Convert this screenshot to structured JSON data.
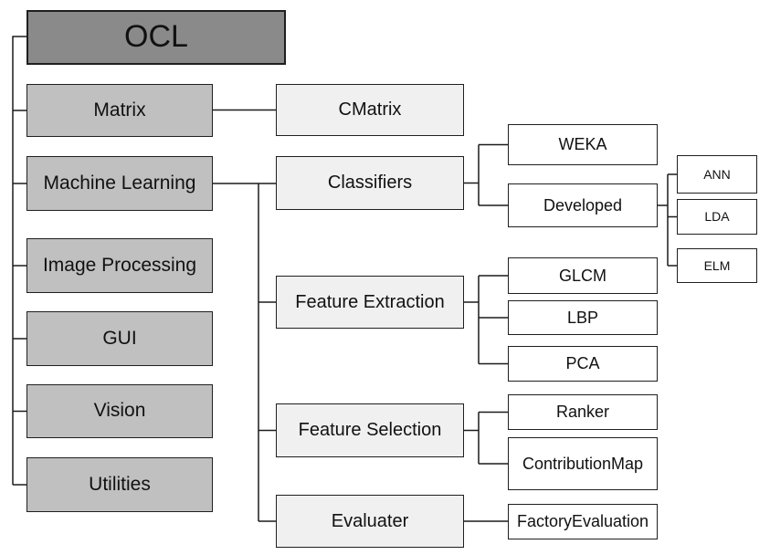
{
  "diagram": {
    "colors": {
      "root_fill": "#8a8a8a",
      "branch_fill": "#c0c0c0",
      "sub_fill": "#f0f0f0",
      "leaf_fill": "#ffffff",
      "border": "#1f1f1f",
      "line": "#1c1c1c"
    },
    "nodes": {
      "ocl": "OCL",
      "matrix": "Matrix",
      "cmatrix": "CMatrix",
      "machine_learning": "Machine Learning",
      "classifiers": "Classifiers",
      "weka": "WEKA",
      "developed": "Developed",
      "ann": "ANN",
      "lda": "LDA",
      "elm": "ELM",
      "image_processing": "Image Processing",
      "feature_extraction": "Feature Extraction",
      "glcm": "GLCM",
      "lbp": "LBP",
      "pca": "PCA",
      "gui": "GUI",
      "feature_selection": "Feature Selection",
      "ranker": "Ranker",
      "contribution_map": "ContributionMap",
      "evaluater": "Evaluater",
      "factory_evaluation": "FactoryEvaluation",
      "vision": "Vision",
      "utilities": "Utilities"
    },
    "hierarchy": {
      "OCL": {
        "Matrix": [
          "CMatrix"
        ],
        "Machine Learning": {
          "Classifiers": {
            "WEKA": [],
            "Developed": [
              "ANN",
              "LDA",
              "ELM"
            ]
          },
          "Feature Extraction": [
            "GLCM",
            "LBP",
            "PCA"
          ],
          "Feature Selection": [
            "Ranker",
            "ContributionMap"
          ],
          "Evaluater": [
            "FactoryEvaluation"
          ]
        },
        "Image Processing": [],
        "GUI": [],
        "Vision": [],
        "Utilities": []
      }
    }
  }
}
